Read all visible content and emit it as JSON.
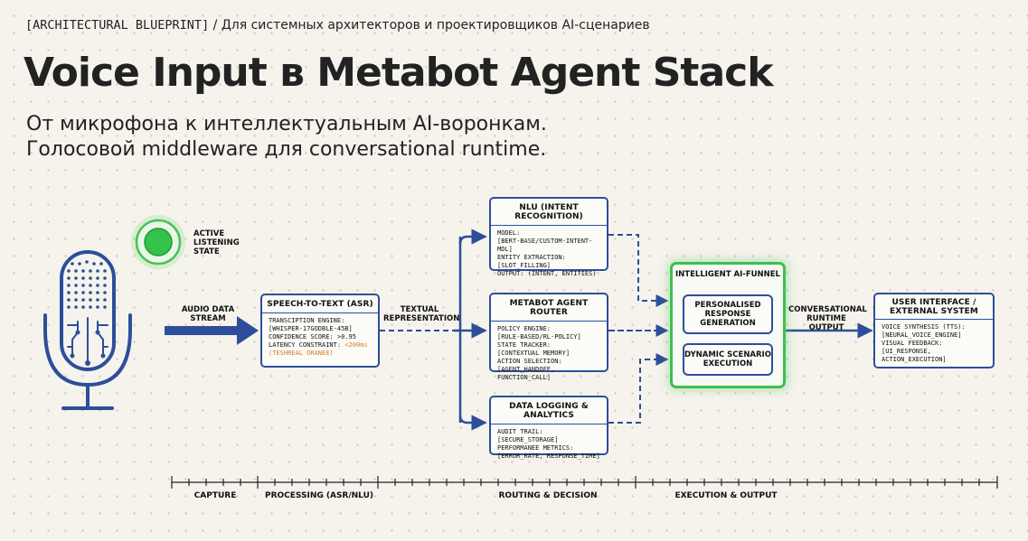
{
  "header": {
    "kicker_tag": "[ARCHITECTURAL BLUEPRINT]",
    "kicker_text": "/ Для системных архитекторов и проектировщиков AI-сценариев",
    "title": "Voice Input в Metabot Agent Stack",
    "subtitle_line1": "От микрофона к интеллектуальным AI-воронкам.",
    "subtitle_line2": "Голосовой middleware для conversational runtime."
  },
  "colors": {
    "accent_blue": "#2d4e9a",
    "active_green": "#3fbf4e",
    "warning_orange": "#e07a1c",
    "background": "#f5f3ec"
  },
  "microphone": {
    "icon": "microphone-icon",
    "status_icon": "active-indicator-icon",
    "status_label_1": "ACTIVE",
    "status_label_2": "LISTENING",
    "status_label_3": "STATE"
  },
  "flow_labels": {
    "audio_1": "AUDIO DATA",
    "audio_2": "STREAM",
    "textual_1": "TEXTUAL",
    "textual_2": "REPRESENTATION",
    "conv_1": "CONVERSATIONAL",
    "conv_2": "RUNTIME OUTPUT"
  },
  "asr": {
    "title": "SPEECH-TO-TEXT (ASR)",
    "l1": "TRANSCIPTION ENGINE:",
    "l2": "[WHISPER-17GODBLE-45B]",
    "l3": "CONFIDENCE SCORE: >0.95",
    "l4a": "LATENCY CONSTRAINT: ",
    "l4b": "<200ms",
    "l5": "(TESHREAL ORANEE)"
  },
  "nlu": {
    "title": "NLU (INTENT RECOGNITION)",
    "l1": "MODEL:",
    "l2": "[BERT-BASE/CUSTOM-INTENT-MDL]",
    "l3": "ENTITY EXTRACTION:",
    "l4": "[SLOT_FILLING]",
    "l5": "OUTPUT: (INTENT, ENTITIES)"
  },
  "router": {
    "title": "METABOT AGENT ROUTER",
    "l1": "POLICY ENGINE:",
    "l2": "[RULE-BASED/RL-POLICY]",
    "l3": "STATE TRACKER:",
    "l4": "[CONTEXTUAL MEMORY]",
    "l5": "ACTION SELECTION:",
    "l6": "[AGENT_HANDOFF, FUNCTION_CALL]"
  },
  "logging": {
    "title": "DATA LOGGING & ANALYTICS",
    "l1": "AUDIT TRAIL:[SECURE_STORAGE]",
    "l2": "PERFORMANEE METRICS:",
    "l3": "[ERROR_RATE, RESPONSE_TIME]"
  },
  "funnel": {
    "title": "INTELLIGENT AI-FUNNEL",
    "sub1_1": "PERSONALISED",
    "sub1_2": "RESPONSE",
    "sub1_3": "GENERATION",
    "sub2_1": "DYNAMIC SCENARIO",
    "sub2_2": "EXECUTION"
  },
  "ui": {
    "title_1": "USER INTERFACE /",
    "title_2": "EXTERNAL SYSTEM",
    "l1": "VOICE SYNTHESIS (TTS):",
    "l2": "[NEURAL_VOICE_ENGINE]",
    "l3": "VISUAL FEEDBACK:",
    "l4": "[UI_RESPONSE, ACTION_EXECUTION]"
  },
  "timeline": {
    "capture": "CAPTURE",
    "processing": "PROCESSING (ASR/NLU)",
    "routing": "ROUTING & DECISION",
    "execution": "EXECUTION & OUTPUT"
  }
}
